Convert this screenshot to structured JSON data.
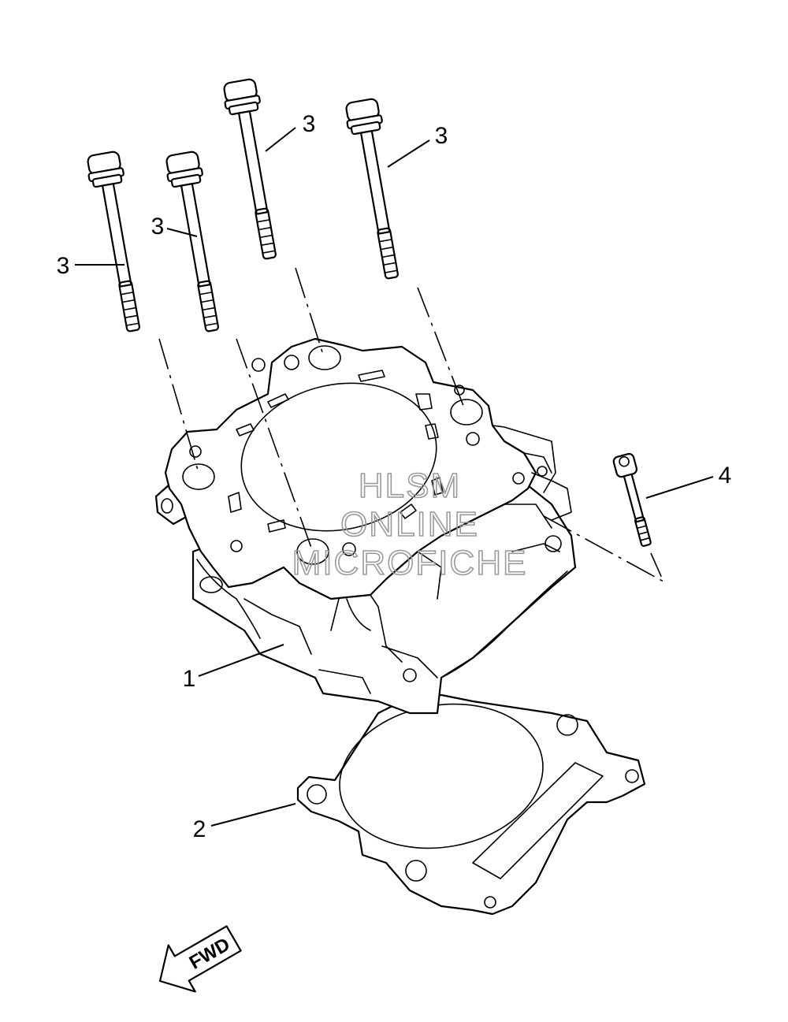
{
  "callouts": [
    {
      "id": "cylinder",
      "label": "1"
    },
    {
      "id": "gasket",
      "label": "2"
    },
    {
      "id": "bolt-a",
      "label": "3"
    },
    {
      "id": "bolt-b",
      "label": "3"
    },
    {
      "id": "bolt-c",
      "label": "3"
    },
    {
      "id": "bolt-d",
      "label": "3"
    },
    {
      "id": "screw",
      "label": "4"
    }
  ],
  "watermark": {
    "line1": "HLSM",
    "line2": "ONLINE",
    "line3": "MICROFICHE"
  },
  "direction": {
    "label": "FWD"
  }
}
